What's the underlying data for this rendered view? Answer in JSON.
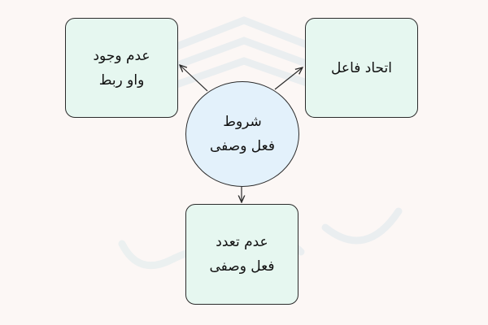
{
  "diagram": {
    "center": {
      "lines": [
        "شروط",
        "فعل وصفی"
      ]
    },
    "nodes": {
      "left": {
        "lines": [
          "عدم وجود",
          "واو ربط"
        ]
      },
      "right": {
        "lines": [
          "اتحاد فاعل"
        ]
      },
      "bottom": {
        "lines": [
          "عدم تعدد",
          "فعل وصفی"
        ]
      }
    },
    "colors": {
      "box_fill": "#e6f7f0",
      "circle_fill": "#e3f1fb",
      "border": "#2b2b2b",
      "background": "#fcf7f5"
    }
  }
}
